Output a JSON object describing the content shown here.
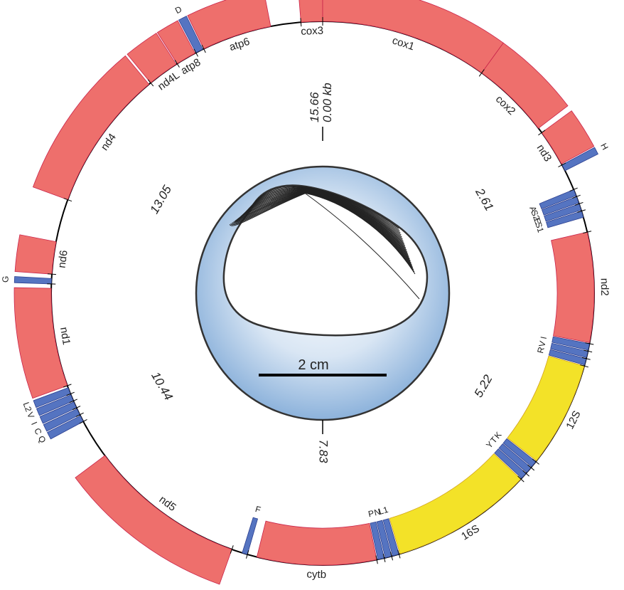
{
  "genome_length_kb": 15.66,
  "colors": {
    "protein_coding": "#ee6f6c",
    "trna": "#5574c1",
    "rrna": "#f3e228",
    "background": "#ffffff",
    "shell_center": "#ffffff",
    "shell_edge": "#8cb2db"
  },
  "labels": {
    "start_top": "15.66",
    "start_bottom": "0.00 kb",
    "scale_bar": "2 cm"
  },
  "ticks_kb": [
    {
      "value": 2.61,
      "label": "2.61"
    },
    {
      "value": 5.22,
      "label": "5.22"
    },
    {
      "value": 7.83,
      "label": "7.83"
    },
    {
      "value": 10.44,
      "label": "10.44"
    },
    {
      "value": 13.05,
      "label": "13.05"
    }
  ],
  "features": [
    {
      "name": "cox3",
      "type": "protein",
      "strand": "+",
      "start": 15.46,
      "end": 0.0
    },
    {
      "name": "cox1",
      "type": "protein",
      "strand": "+",
      "start": 0.0,
      "end": 1.56
    },
    {
      "name": "cox2",
      "type": "protein",
      "strand": "+",
      "start": 1.56,
      "end": 2.29
    },
    {
      "name": "nd3",
      "type": "protein",
      "strand": "+",
      "start": 2.34,
      "end": 2.68
    },
    {
      "name": "H",
      "type": "trna",
      "strand": "+",
      "start": 2.69,
      "end": 2.75
    },
    {
      "name": "A",
      "type": "trna",
      "strand": "-",
      "start": 2.94,
      "end": 3.0
    },
    {
      "name": "S2",
      "type": "trna",
      "strand": "-",
      "start": 3.01,
      "end": 3.07
    },
    {
      "name": "E",
      "type": "trna",
      "strand": "-",
      "start": 3.08,
      "end": 3.14
    },
    {
      "name": "S1",
      "type": "trna",
      "strand": "-",
      "start": 3.15,
      "end": 3.21
    },
    {
      "name": "nd2",
      "type": "protein",
      "strand": "-",
      "start": 3.35,
      "end": 4.37
    },
    {
      "name": "I",
      "type": "trna",
      "strand": "-",
      "start": 4.38,
      "end": 4.44
    },
    {
      "name": "V",
      "type": "trna",
      "strand": "-",
      "start": 4.45,
      "end": 4.51
    },
    {
      "name": "R",
      "type": "trna",
      "strand": "-",
      "start": 4.52,
      "end": 4.58
    },
    {
      "name": "12S",
      "type": "rrna",
      "strand": "-",
      "start": 4.59,
      "end": 5.57
    },
    {
      "name": "K",
      "type": "trna",
      "strand": "-",
      "start": 5.58,
      "end": 5.64
    },
    {
      "name": "T",
      "type": "trna",
      "strand": "-",
      "start": 5.65,
      "end": 5.71
    },
    {
      "name": "Y",
      "type": "trna",
      "strand": "-",
      "start": 5.72,
      "end": 5.78
    },
    {
      "name": "16S",
      "type": "rrna",
      "strand": "-",
      "start": 5.79,
      "end": 7.11
    },
    {
      "name": "L1",
      "type": "trna",
      "strand": "-",
      "start": 7.12,
      "end": 7.18
    },
    {
      "name": "N",
      "type": "trna",
      "strand": "-",
      "start": 7.19,
      "end": 7.25
    },
    {
      "name": "P",
      "type": "trna",
      "strand": "-",
      "start": 7.26,
      "end": 7.32
    },
    {
      "name": "cytb",
      "type": "protein",
      "strand": "-",
      "start": 7.33,
      "end": 8.44
    },
    {
      "name": "F",
      "type": "trna",
      "strand": "-",
      "start": 8.53,
      "end": 8.58
    },
    {
      "name": "nd5",
      "type": "protein",
      "strand": "+",
      "start": 8.68,
      "end": 10.15
    },
    {
      "name": "Q",
      "type": "trna",
      "strand": "+",
      "start": 10.52,
      "end": 10.58
    },
    {
      "name": "C",
      "type": "trna",
      "strand": "+",
      "start": 10.59,
      "end": 10.65
    },
    {
      "name": "I",
      "type": "trna",
      "strand": "+",
      "start": 10.66,
      "end": 10.72
    },
    {
      "name": "V",
      "type": "trna",
      "strand": "+",
      "start": 10.73,
      "end": 10.79
    },
    {
      "name": "L2",
      "type": "trna",
      "strand": "+",
      "start": 10.8,
      "end": 10.86
    },
    {
      "name": "nd1",
      "type": "protein",
      "strand": "+",
      "start": 10.88,
      "end": 11.79
    },
    {
      "name": "G",
      "type": "trna",
      "strand": "+",
      "start": 11.83,
      "end": 11.88
    },
    {
      "name": "nd6",
      "type": "protein",
      "strand": "+",
      "start": 11.92,
      "end": 12.22
    },
    {
      "name": "nd4",
      "type": "protein",
      "strand": "+",
      "start": 12.62,
      "end": 13.93
    },
    {
      "name": "nd4L",
      "type": "protein",
      "strand": "+",
      "start": 13.95,
      "end": 14.24
    },
    {
      "name": "atp8",
      "type": "protein",
      "strand": "+",
      "start": 14.25,
      "end": 14.44
    },
    {
      "name": "D",
      "type": "trna",
      "strand": "+",
      "start": 14.45,
      "end": 14.52
    },
    {
      "name": "atp6",
      "type": "protein",
      "strand": "+",
      "start": 14.53,
      "end": 15.18
    }
  ]
}
